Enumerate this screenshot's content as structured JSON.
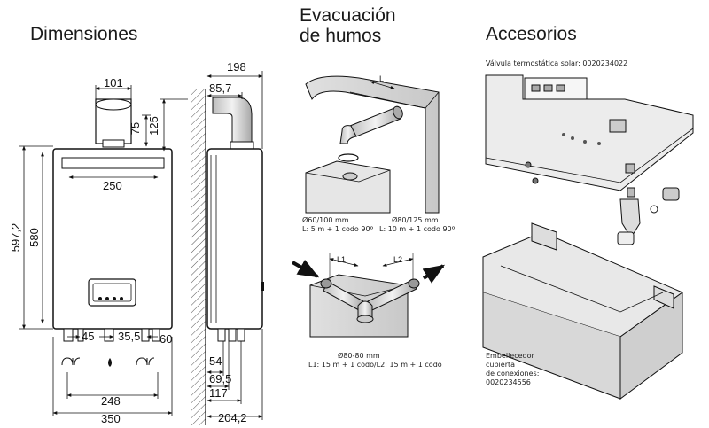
{
  "headings": {
    "dimensions": "Dimensiones",
    "flue_line1": "Evacuación",
    "flue_line2": "de humos",
    "accessories": "Accesorios"
  },
  "front_view": {
    "dim_top_width": "101",
    "dim_flue_height": "75",
    "dim_top_height": "125",
    "dim_bracket_width": "250",
    "dim_total_height": "597,2",
    "dim_body_height": "580",
    "dim_conn_45": "45",
    "dim_conn_35_5": "35,5",
    "dim_conn_60": "60",
    "dim_conn_spacing": "248",
    "dim_total_width": "350"
  },
  "side_view": {
    "dim_depth_198": "198",
    "dim_flue_offset": "85,7",
    "dim_54": "54",
    "dim_69_5": "69,5",
    "dim_117": "117",
    "dim_204_2": "204,2"
  },
  "flue_options": {
    "opt_a_line1": "Ø60/100 mm",
    "opt_a_line2": "L: 5 m + 1 codo 90º",
    "opt_b_line1": "Ø80/125 mm",
    "opt_b_line2": "L: 10 m + 1 codo 90º",
    "opt_c_line1": "Ø80-80 mm",
    "opt_c_line2": "L1: 15 m + 1 codo/L2: 15 m + 1 codo",
    "label_L": "L",
    "label_L1": "L1",
    "label_L2": "L2"
  },
  "accessories": {
    "valve_caption": "Válvula termostática solar: 0020234022",
    "cover_line1": "Embellecedor",
    "cover_line2": "cubierta",
    "cover_line3": "de conexiones:",
    "cover_line4": "0020234556"
  }
}
